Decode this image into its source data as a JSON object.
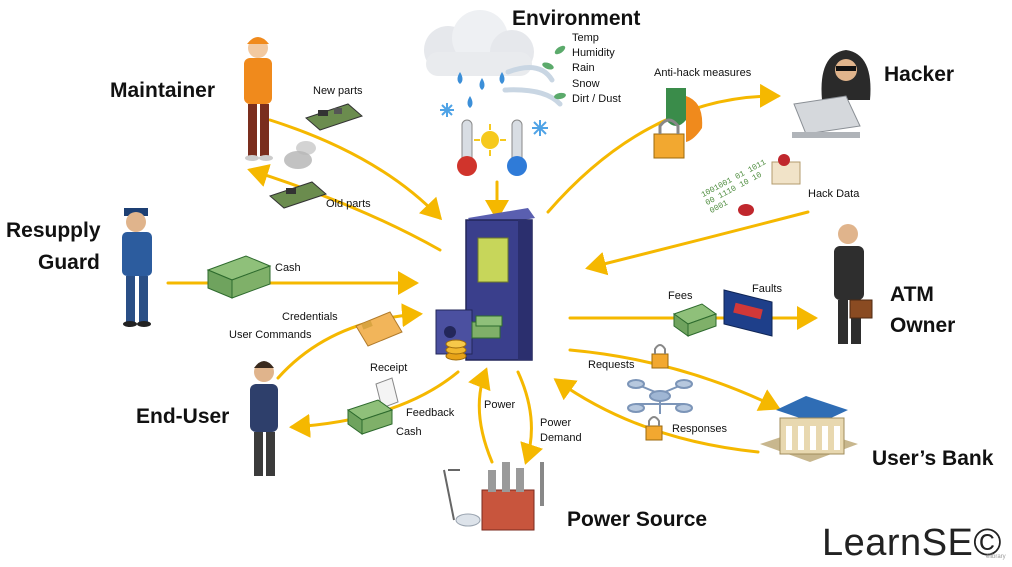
{
  "actors": {
    "environment": "Environment",
    "maintainer": "Maintainer",
    "hacker": "Hacker",
    "guard_line1": "Resupply",
    "guard_line2": "Guard",
    "owner_line1": "ATM",
    "owner_line2": "Owner",
    "end_user": "End-User",
    "bank": "User’s Bank",
    "power": "Power Source"
  },
  "environment_factors": [
    "Temp",
    "Humidity",
    "Rain",
    "Snow",
    "Dirt / Dust"
  ],
  "flows": {
    "new_parts": "New parts",
    "old_parts": "Old parts",
    "anti_hack": "Anti-hack measures",
    "hack_data": "Hack Data",
    "cash_in": "Cash",
    "credentials": "Credentials",
    "user_commands": "User Commands",
    "receipt": "Receipt",
    "feedback": "Feedback",
    "cash_out": "Cash",
    "fees": "Fees",
    "faults": "Faults",
    "requests": "Requests",
    "responses": "Responses",
    "power": "Power",
    "power_demand_line1": "Power",
    "power_demand_line2": "Demand",
    "binary": "1001001 01 1011 00 1110 10 10 0001"
  },
  "brand": "LearnSE©",
  "watermark": "elibrary",
  "colors": {
    "arrow": "#F5B800",
    "atm_body": "#3A3F8C",
    "atm_screen": "#C7D65A",
    "money": "#7FB069",
    "bank_roof": "#2F6DB5"
  }
}
